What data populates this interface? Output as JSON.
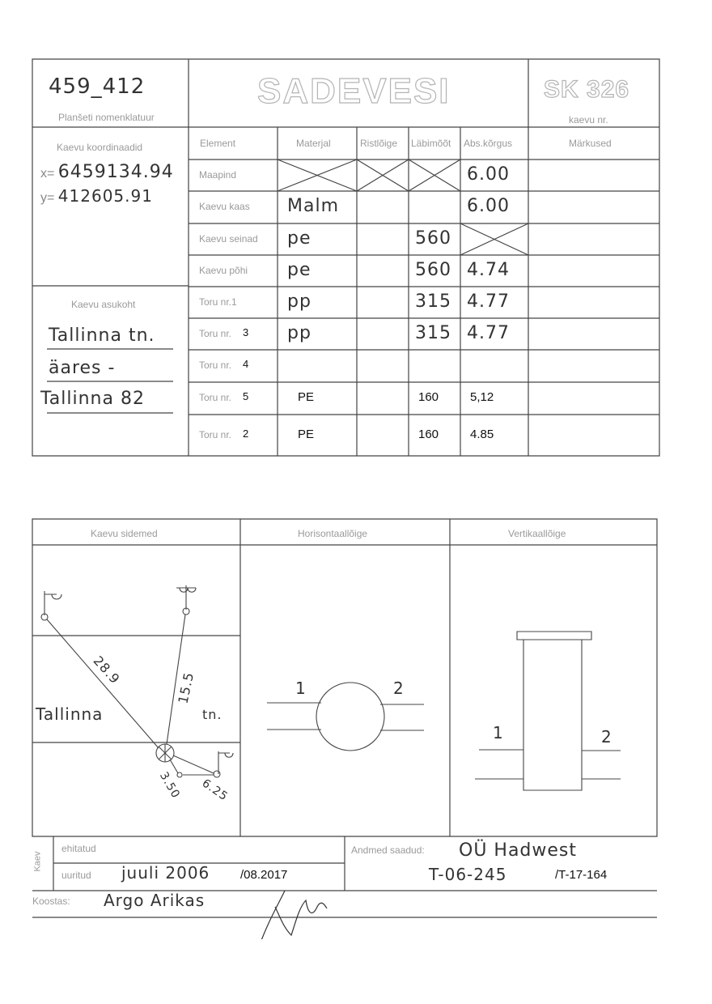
{
  "header": {
    "nomenclature_value": "459_412",
    "nomenclature_label": "Planšeti nomenklatuur",
    "title": "SADEVESI",
    "well_number_value": "SK 326",
    "well_number_label": "kaevu nr."
  },
  "coordinates": {
    "label": "Kaevu koordinaadid",
    "x_prefix": "x=",
    "x_value": "6459134.94",
    "y_prefix": "y=",
    "y_value": "412605.91"
  },
  "location": {
    "label": "Kaevu asukoht",
    "lines": [
      "Tallinna tn.",
      "äares -",
      "Tallinna 82"
    ]
  },
  "table": {
    "headers": [
      "Element",
      "Materjal",
      "Ristlõige",
      "Läbimõõt",
      "Abs.kõrgus",
      "Märkused"
    ],
    "rows": [
      {
        "element": "Maapind",
        "material": "",
        "cross": "",
        "diameter": "",
        "height": "6.00",
        "notes": "",
        "crossed": [
          "material",
          "cross",
          "diameter"
        ]
      },
      {
        "element": "Kaevu kaas",
        "material": "Malm",
        "cross": "",
        "diameter": "",
        "height": "6.00",
        "notes": "",
        "crossed": []
      },
      {
        "element": "Kaevu seinad",
        "material": "pe",
        "cross": "",
        "diameter": "560",
        "height": "",
        "notes": "",
        "crossed": [
          "height"
        ]
      },
      {
        "element": "Kaevu põhi",
        "material": "pe",
        "cross": "",
        "diameter": "560",
        "height": "4.74",
        "notes": "",
        "crossed": []
      },
      {
        "element": "Toru nr.1",
        "material": "pp",
        "cross": "",
        "diameter": "315",
        "height": "4.77",
        "notes": "",
        "crossed": []
      },
      {
        "element": "Toru nr.",
        "element_num": "3",
        "material": "pp",
        "cross": "",
        "diameter": "315",
        "height": "4.77",
        "notes": "",
        "crossed": []
      },
      {
        "element": "Toru nr.",
        "element_num": "4",
        "material": "",
        "cross": "",
        "diameter": "",
        "height": "",
        "notes": "",
        "crossed": []
      },
      {
        "element": "Toru nr.",
        "element_num": "5",
        "material": "PE",
        "cross": "",
        "diameter": "160",
        "height": "5,12",
        "notes": "",
        "crossed": []
      },
      {
        "element": "Toru nr.",
        "element_num": "2",
        "material": "PE",
        "cross": "",
        "diameter": "160",
        "height": "4.85",
        "notes": "",
        "crossed": []
      }
    ]
  },
  "diagrams": {
    "connections_label": "Kaevu sidemed",
    "horizontal_label": "Horisontaallõige",
    "vertical_label": "Vertikaallõige",
    "street_name": "Tallinna",
    "street_suffix": "tn.",
    "dist_a": "28.9",
    "dist_b": "15.5",
    "dist_c": "3.50",
    "dist_d": "6.25",
    "pipe_1": "1",
    "pipe_2": "2"
  },
  "footer": {
    "side_label": "Kaev",
    "revised_label": "ehitatud",
    "measured_label": "uuritud",
    "measured_value": "juuli 2006",
    "measured_value_typed": "/08.2017",
    "data_label": "Andmed saadud:",
    "data_company": "OÜ Hadwest",
    "data_code": "T-06-245",
    "data_code_typed": "/T-17-164",
    "compiled_label": "Koostas:",
    "compiled_by": "Argo Arikas"
  }
}
